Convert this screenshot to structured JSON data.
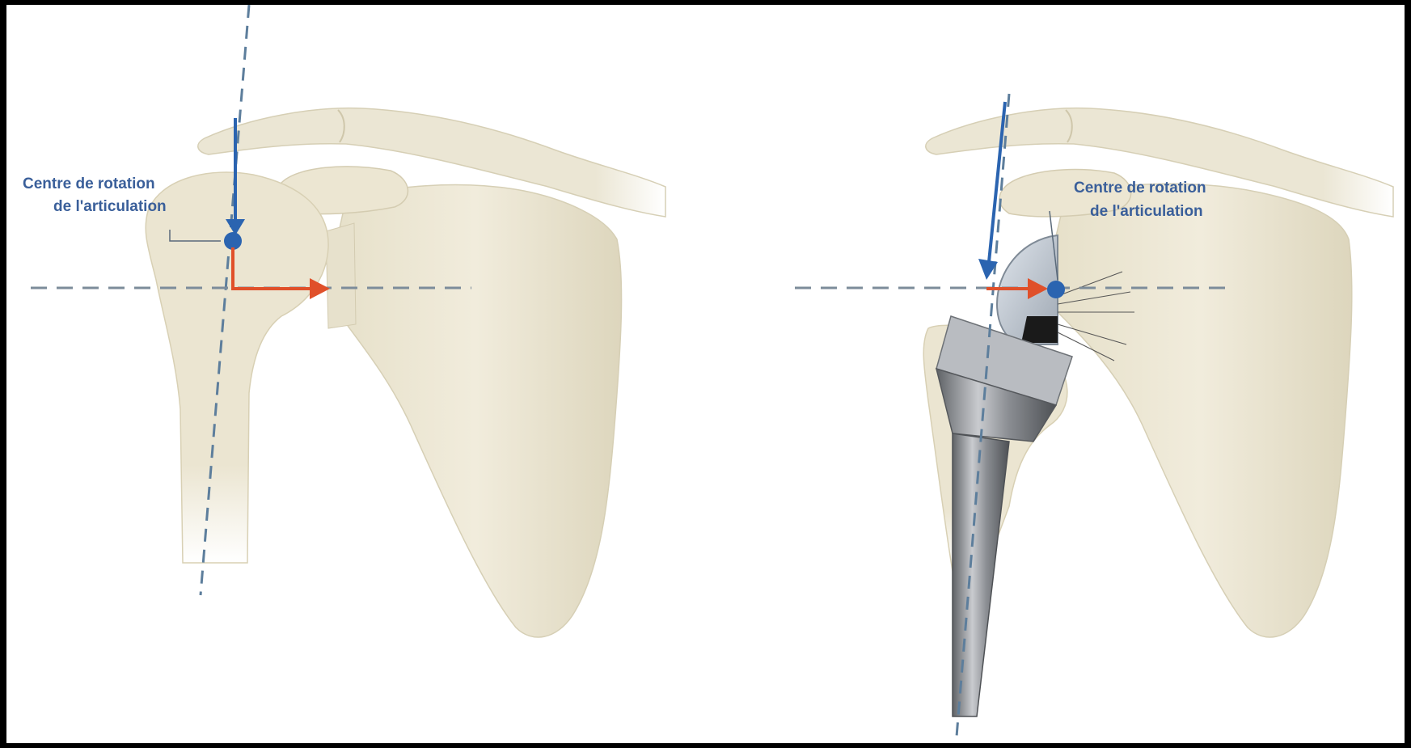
{
  "panels": [
    {
      "id": "anatomical-shoulder",
      "label_line1": "Centre de rotation",
      "label_line2": "de l'articulation"
    },
    {
      "id": "reverse-prosthesis-shoulder",
      "label_line1": "Centre de rotation",
      "label_line2": "de l'articulation"
    }
  ],
  "colors": {
    "background": "#000000",
    "canvas": "#ffffff",
    "bone": "#ede8d6",
    "bone_shadow": "#d9d2b8",
    "axis_line": "#5d7e9c",
    "rotation_center": "#2b64b0",
    "force_arrow": "#e0502a",
    "implant_metal": "#8a8d92"
  }
}
